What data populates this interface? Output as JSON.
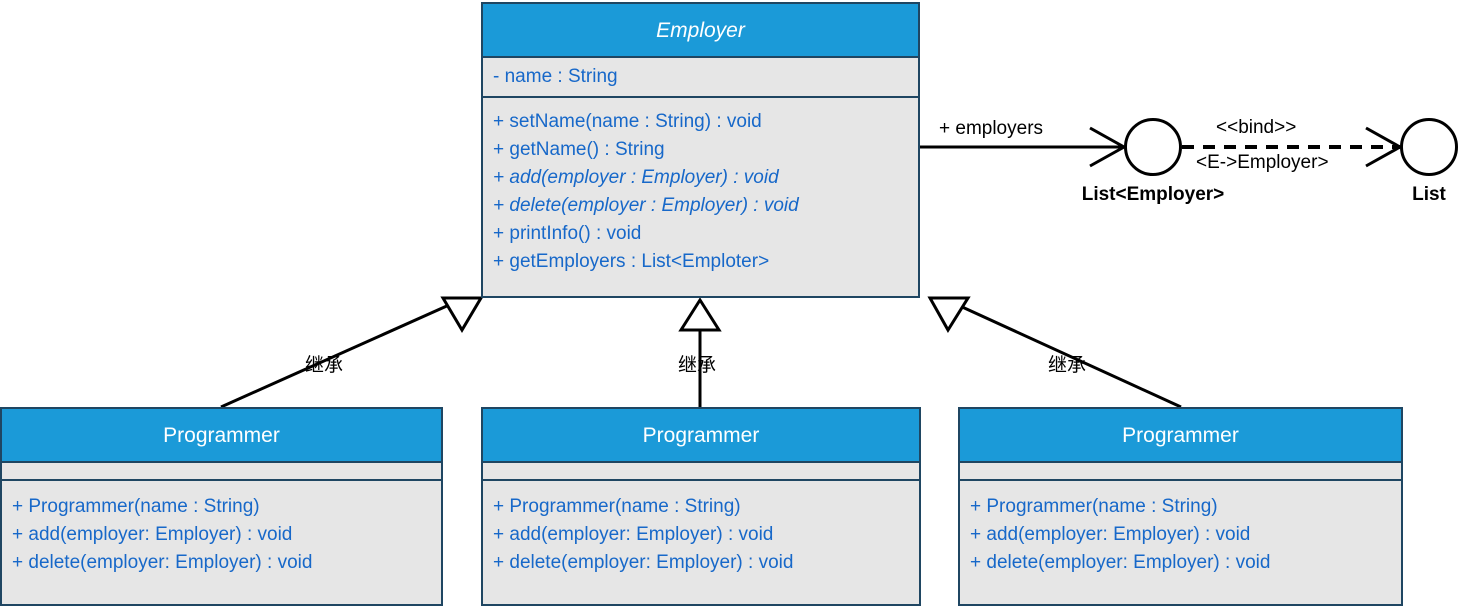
{
  "diagram": {
    "title": "Employer UML class diagram",
    "colors": {
      "header_blue": "#1b9ad8",
      "body_gray": "#e6e6e6",
      "border_navy": "#1f4662",
      "member_text_blue": "#1768c9",
      "header_text": "#ffffff",
      "edge_black": "#000000",
      "background": "#ffffff"
    }
  },
  "classes": {
    "employer": {
      "name": "Employer",
      "abstract": true,
      "attributes": [
        {
          "text": "- name : String",
          "abstract": false
        }
      ],
      "operations": [
        {
          "text": "+ setName(name : String) : void",
          "abstract": false
        },
        {
          "text": "+ getName() : String",
          "abstract": false
        },
        {
          "text": "+ add(employer : Employer) : void",
          "abstract": true
        },
        {
          "text": "+ delete(employer : Employer) : void",
          "abstract": true
        },
        {
          "text": "+ printInfo() : void",
          "abstract": false
        },
        {
          "text": "+ getEmployers : List<Emploter>",
          "abstract": false
        }
      ]
    },
    "programmer_1": {
      "name": "Programmer",
      "abstract": false,
      "attributes": [],
      "operations": [
        {
          "text": "+ Programmer(name : String)",
          "abstract": false
        },
        {
          "text": "+ add(employer: Employer) : void",
          "abstract": false
        },
        {
          "text": "+ delete(employer: Employer) : void",
          "abstract": false
        }
      ]
    },
    "programmer_2": {
      "name": "Programmer",
      "abstract": false,
      "attributes": [],
      "operations": [
        {
          "text": "+ Programmer(name : String)",
          "abstract": false
        },
        {
          "text": "+ add(employer: Employer) : void",
          "abstract": false
        },
        {
          "text": "+ delete(employer: Employer) : void",
          "abstract": false
        }
      ]
    },
    "programmer_3": {
      "name": "Programmer",
      "abstract": false,
      "attributes": [],
      "operations": [
        {
          "text": "+ Programmer(name : String)",
          "abstract": false
        },
        {
          "text": "+ add(employer: Employer) : void",
          "abstract": false
        },
        {
          "text": "+ delete(employer: Employer) : void",
          "abstract": false
        }
      ]
    }
  },
  "template_parameters": [
    {
      "id": "list-employer",
      "label": "List<Employer>"
    },
    {
      "id": "list",
      "label": "List"
    }
  ],
  "relationships": {
    "association_employers": {
      "label": "+ employers",
      "from": "Employer",
      "to": "List<Employer>",
      "style": "solid-open-arrow"
    },
    "bind_dependency": {
      "stereotype": "<<bind>>",
      "binding": "<E->Employer>",
      "from": "List<Employer>",
      "to": "List",
      "style": "dashed-open-arrow"
    },
    "generalizations": [
      {
        "label": "继承",
        "from": "Programmer",
        "to": "Employer"
      },
      {
        "label": "继承",
        "from": "Programmer",
        "to": "Employer"
      },
      {
        "label": "继承",
        "from": "Programmer",
        "to": "Employer"
      }
    ]
  }
}
